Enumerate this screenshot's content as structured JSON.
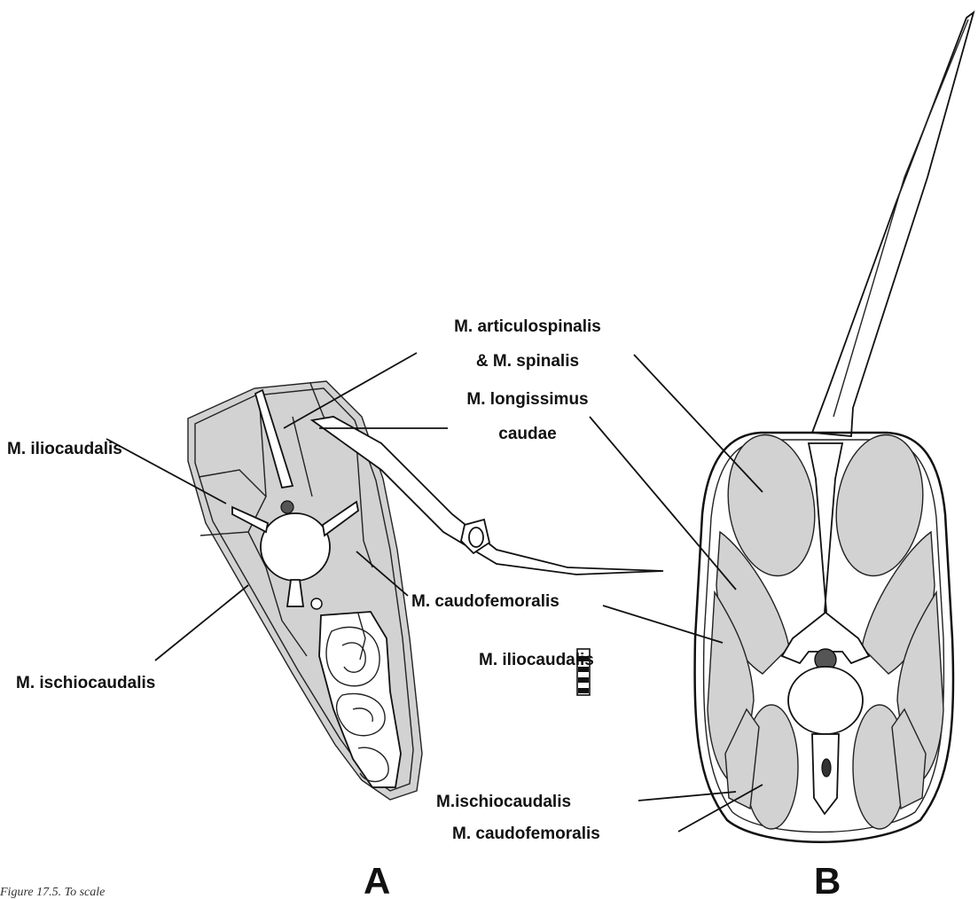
{
  "labels": {
    "a_articulospinalis_1": "M. articulospinalis",
    "a_articulospinalis_2": "& M. spinalis",
    "a_longissimus_1": "M. longissimus",
    "a_longissimus_2": "caudae",
    "a_iliocaudalis": "M. iliocaudalis",
    "a_caudofemoralis": "M. caudofemoralis",
    "a_ischiocaudalis": "M. ischiocaudalis",
    "b_iliocaudalis": "M. iliocaudalis",
    "b_ischiocaudalis": "M.ischiocaudalis",
    "b_caudofemoralis": "M. caudofemoralis"
  },
  "panels": {
    "a": "A",
    "b": "B"
  },
  "caption": "Figure 17.5. To scale",
  "colors": {
    "muscle": "#d2d2d2",
    "outline": "#111111",
    "background": "#ffffff"
  }
}
